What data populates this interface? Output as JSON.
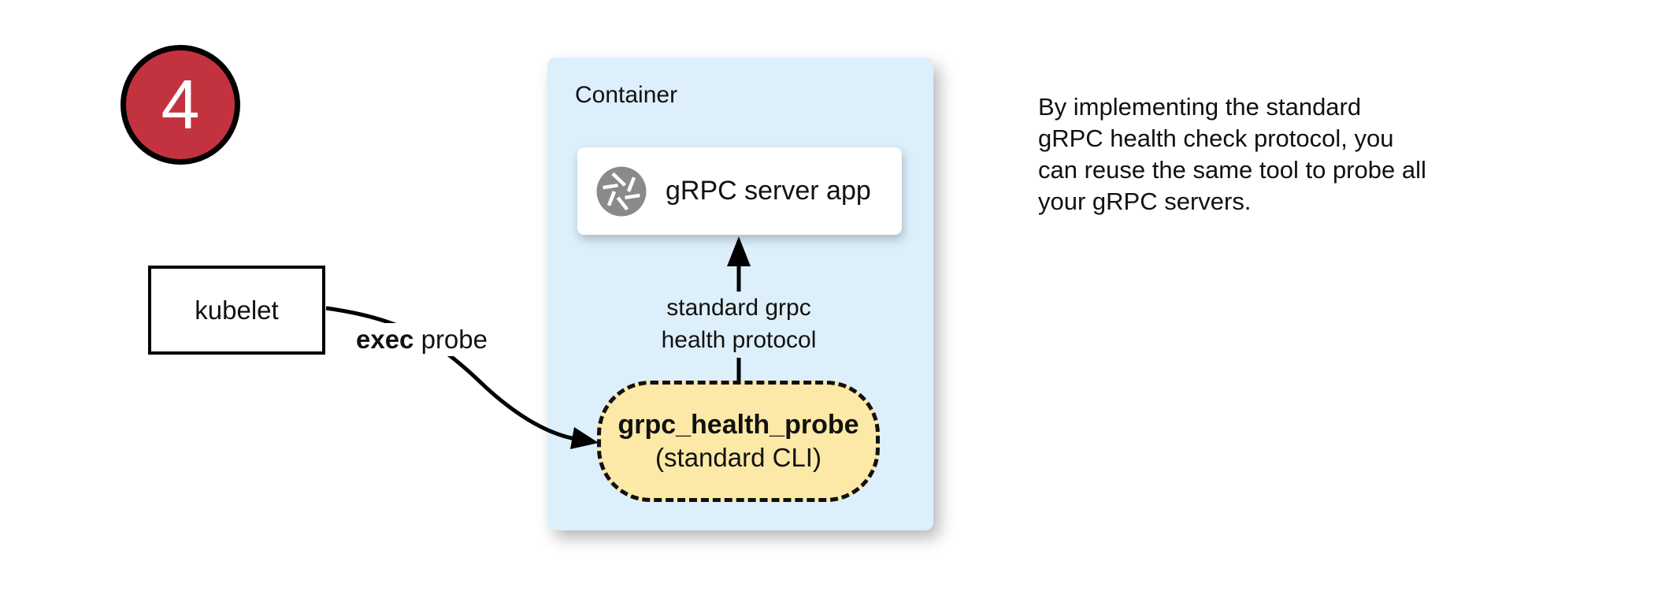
{
  "badge": {
    "number": "4"
  },
  "kubelet": {
    "label": "kubelet"
  },
  "exec_probe": {
    "bold": "exec",
    "rest": " probe"
  },
  "container": {
    "title": "Container",
    "server_app": {
      "label": "gRPC server app",
      "icon": "aperture-icon"
    },
    "protocol_arrow_label": {
      "line1": "standard grpc",
      "line2": "health protocol"
    },
    "probe": {
      "name": "grpc_health_probe",
      "subtitle": "(standard CLI)"
    }
  },
  "caption": {
    "lines": [
      "By implementing the standard",
      "gRPC health check protocol, you",
      "can reuse the same tool to probe all",
      "your gRPC servers."
    ]
  },
  "colors": {
    "badge_red": "#c2333f",
    "container_blue": "#dceffb",
    "probe_yellow": "#fce9a7",
    "icon_gray": "#8a8a8a"
  }
}
